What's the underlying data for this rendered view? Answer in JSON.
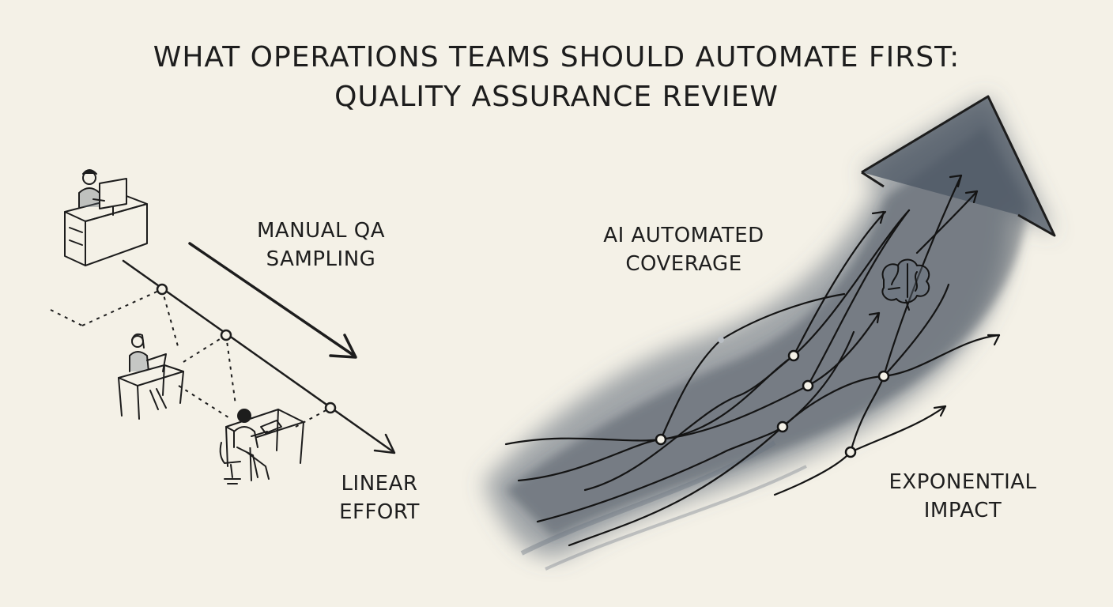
{
  "title": {
    "line1": "WHAT OPERATIONS TEAMS SHOULD AUTOMATE FIRST:",
    "line2": "QUALITY ASSURANCE REVIEW"
  },
  "left": {
    "label_top": [
      "MANUAL QA",
      "SAMPLING"
    ],
    "label_bottom": [
      "LINEAR",
      "EFFORT"
    ],
    "figures": [
      "person-at-desktop-icon",
      "person-at-laptop-icon",
      "person-writing-icon"
    ]
  },
  "right": {
    "label_top": [
      "AI AUTOMATED",
      "COVERAGE"
    ],
    "label_bottom": [
      "EXPONENTIAL",
      "IMPACT"
    ],
    "center_icon": "brain-icon",
    "wash_color": "#5b6774"
  },
  "colors": {
    "ink": "#1d1d1d",
    "paper": "#f4f1e7",
    "wash": "#5b6774"
  }
}
